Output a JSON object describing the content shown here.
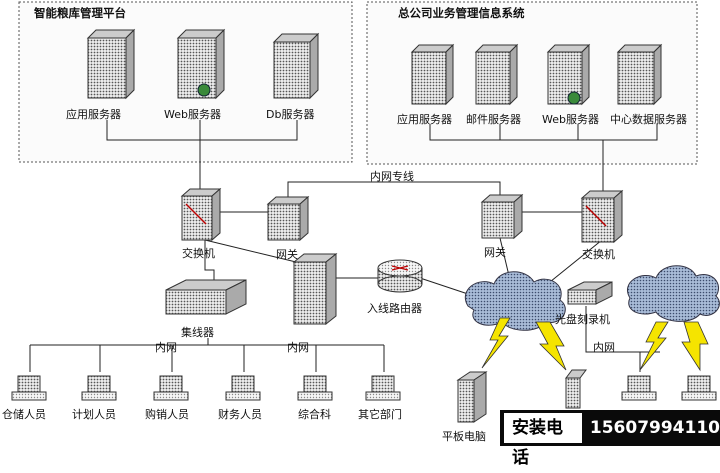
{
  "boxes": {
    "left_title": "智能粮库管理平台",
    "right_title": "总公司业务管理信息系统"
  },
  "servers_left": [
    "应用服务器",
    "Web服务器",
    "Db服务器"
  ],
  "servers_right": [
    "应用服务器",
    "邮件服务器",
    "Web服务器",
    "中心数据服务器"
  ],
  "labels": {
    "intranet_line": "内网专线",
    "switch_left": "交换机",
    "gateway_left": "网关",
    "gateway_right": "网关",
    "switch_right": "交换机",
    "concentrator": "集线器",
    "router": "入线路由器",
    "cd_recorder": "光盘刻录机",
    "intranet_a": "内网",
    "intranet_b": "内网",
    "intranet_c": "内网",
    "tablet": "平板电脑"
  },
  "departments": [
    "仓储人员",
    "计划人员",
    "购销人员",
    "财务人员",
    "综合科",
    "其它部门"
  ],
  "banner": {
    "caption": "安装电话",
    "phone": "15607994110"
  },
  "colors": {
    "bolt": "#f5e400",
    "cloud": "#8fa6c8",
    "device": "#9a9a9a",
    "banner_bg": "#0a0a0a"
  }
}
